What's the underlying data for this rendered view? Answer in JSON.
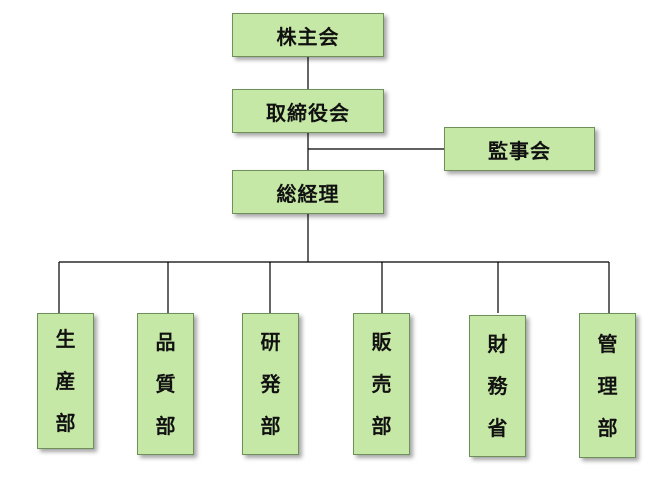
{
  "org_chart": {
    "shareholders": "株主会",
    "board": "取締役会",
    "auditors": "監事会",
    "general_manager": "総経理",
    "departments": [
      {
        "label": "生産部"
      },
      {
        "label": "品質部"
      },
      {
        "label": "研発部"
      },
      {
        "label": "販売部"
      },
      {
        "label": "財務省"
      },
      {
        "label": "管理部"
      }
    ]
  }
}
